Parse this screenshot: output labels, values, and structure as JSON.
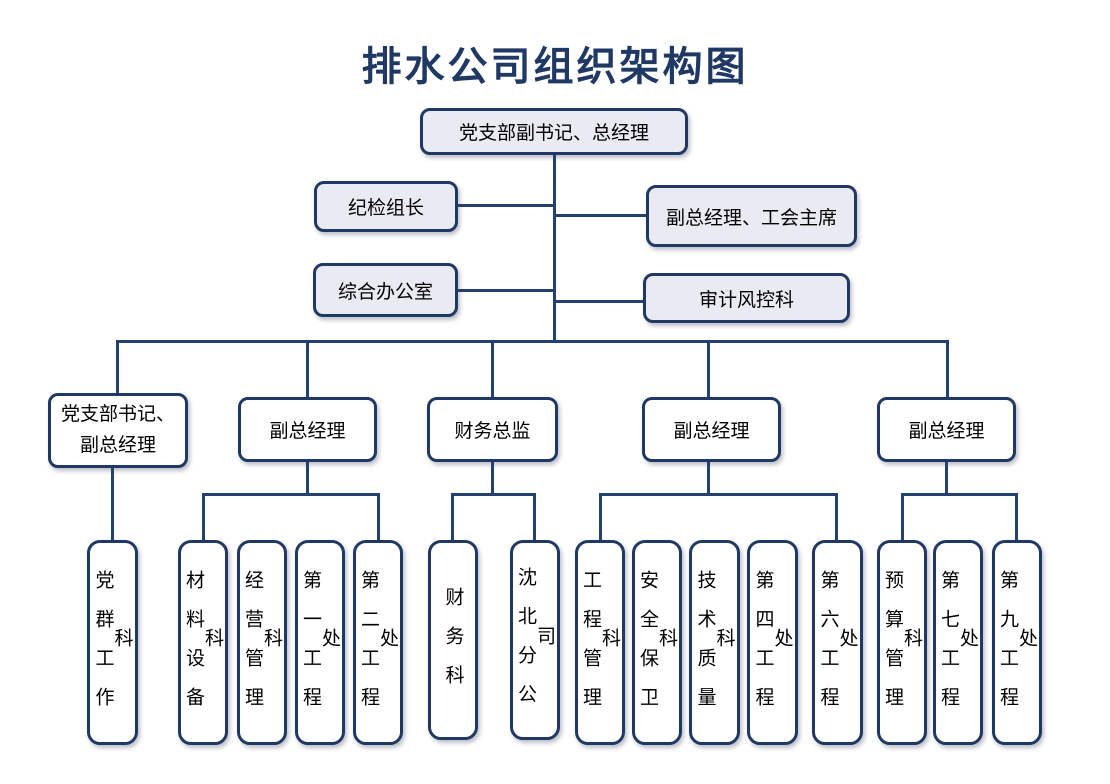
{
  "title": "排水公司组织架构图",
  "colors": {
    "line": "#24406e",
    "border": "#1f3864",
    "fill_light": "#e9eaf2",
    "title": "#1f3864"
  },
  "org": {
    "root": {
      "label": "党支部副书记、总经理"
    },
    "staff": [
      {
        "label": "纪检组长",
        "side": "left"
      },
      {
        "label": "副总经理、工会主席",
        "side": "right"
      },
      {
        "label": "综合办公室",
        "side": "left"
      },
      {
        "label": "审计风控科",
        "side": "right"
      }
    ],
    "executives": [
      {
        "label": "党支部书记、\n副总经理"
      },
      {
        "label": "副总经理"
      },
      {
        "label": "财务总监"
      },
      {
        "label": "副总经理"
      },
      {
        "label": "副总经理"
      }
    ],
    "departments": [
      {
        "parent_index": 0,
        "children": [
          "党群工作科"
        ]
      },
      {
        "parent_index": 1,
        "children": [
          "材料设备科",
          "经营管理科",
          "第一工程处",
          "第二工程处"
        ]
      },
      {
        "parent_index": 2,
        "children": [
          "财务科",
          "沈北分公司"
        ]
      },
      {
        "parent_index": 3,
        "children": [
          "工程管理科",
          "安全保卫科",
          "技术质量科",
          "第四工程处",
          "第六工程处"
        ]
      },
      {
        "parent_index": 4,
        "children": [
          "预算管理科",
          "第七工程处",
          "第九工程处"
        ]
      }
    ]
  }
}
